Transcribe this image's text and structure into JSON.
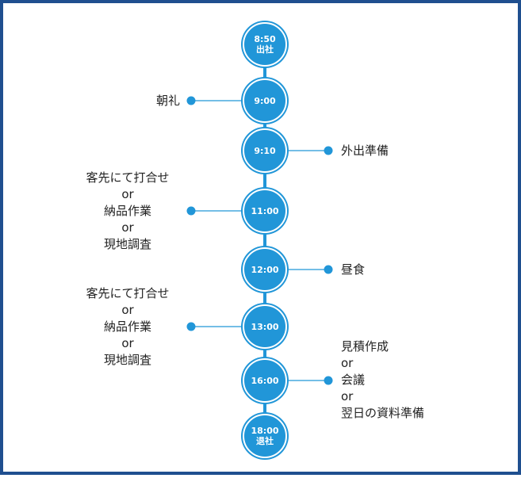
{
  "colors": {
    "accent": "#2196d8",
    "border": "#1f4f8f",
    "text": "#222222"
  },
  "nodes": [
    {
      "time": "8:50",
      "sub": "出社"
    },
    {
      "time": "9:00",
      "sub": ""
    },
    {
      "time": "9:10",
      "sub": ""
    },
    {
      "time": "11:00",
      "sub": ""
    },
    {
      "time": "12:00",
      "sub": ""
    },
    {
      "time": "13:00",
      "sub": ""
    },
    {
      "time": "16:00",
      "sub": ""
    },
    {
      "time": "18:00",
      "sub": "退社"
    }
  ],
  "events": [
    {
      "node": 1,
      "side": "left",
      "lines": [
        "朝礼"
      ]
    },
    {
      "node": 2,
      "side": "right",
      "lines": [
        "外出準備"
      ]
    },
    {
      "node": 3,
      "side": "left",
      "lines": [
        "客先にて打合せ",
        "or",
        "納品作業",
        "or",
        "現地調査"
      ]
    },
    {
      "node": 4,
      "side": "right",
      "lines": [
        "昼食"
      ]
    },
    {
      "node": 5,
      "side": "left",
      "lines": [
        "客先にて打合せ",
        "or",
        "納品作業",
        "or",
        "現地調査"
      ]
    },
    {
      "node": 6,
      "side": "right",
      "lines": [
        "見積作成",
        "or",
        "会議",
        "or",
        "翌日の資料準備"
      ]
    }
  ]
}
